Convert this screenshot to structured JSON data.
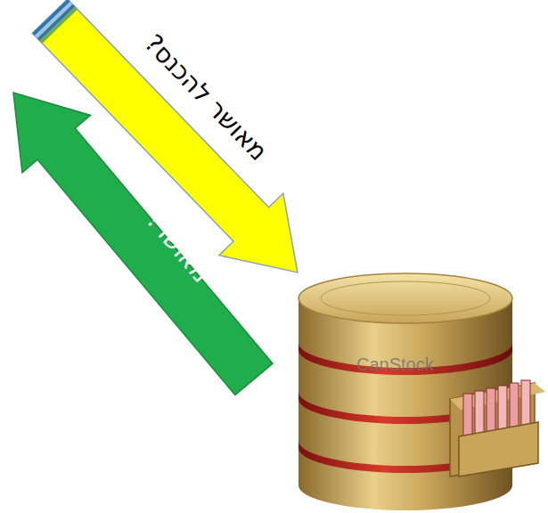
{
  "diagram": {
    "nodes": [
      {
        "text": [
          "מאושר להכנס?"
        ]
      },
      {
        "text": [
          "מאושר!"
        ]
      }
    ],
    "labels": [
      "CanStock"
    ]
  }
}
